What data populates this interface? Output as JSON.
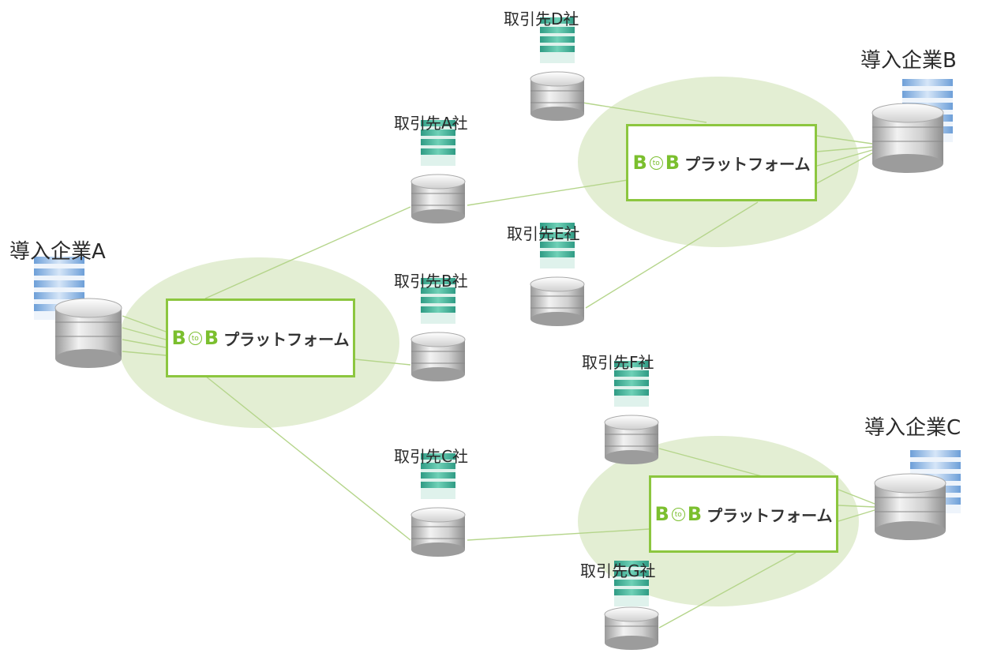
{
  "platform": {
    "b1": "B",
    "to": "to",
    "b2": "B",
    "name": "プラットフォーム"
  },
  "companies": {
    "a": "導入企業A",
    "b": "導入企業B",
    "c": "導入企業C"
  },
  "partners": {
    "a": "取引先A社",
    "b": "取引先B社",
    "c": "取引先C社",
    "d": "取引先D社",
    "e": "取引先E社",
    "f": "取引先F社",
    "g": "取引先G社"
  },
  "colors": {
    "accent": "#8cc63f",
    "ellipse": "#e3eed3",
    "line": "#b5d58b",
    "server_teal": "#3fb89a",
    "server_blue": "#8fb8e6"
  }
}
